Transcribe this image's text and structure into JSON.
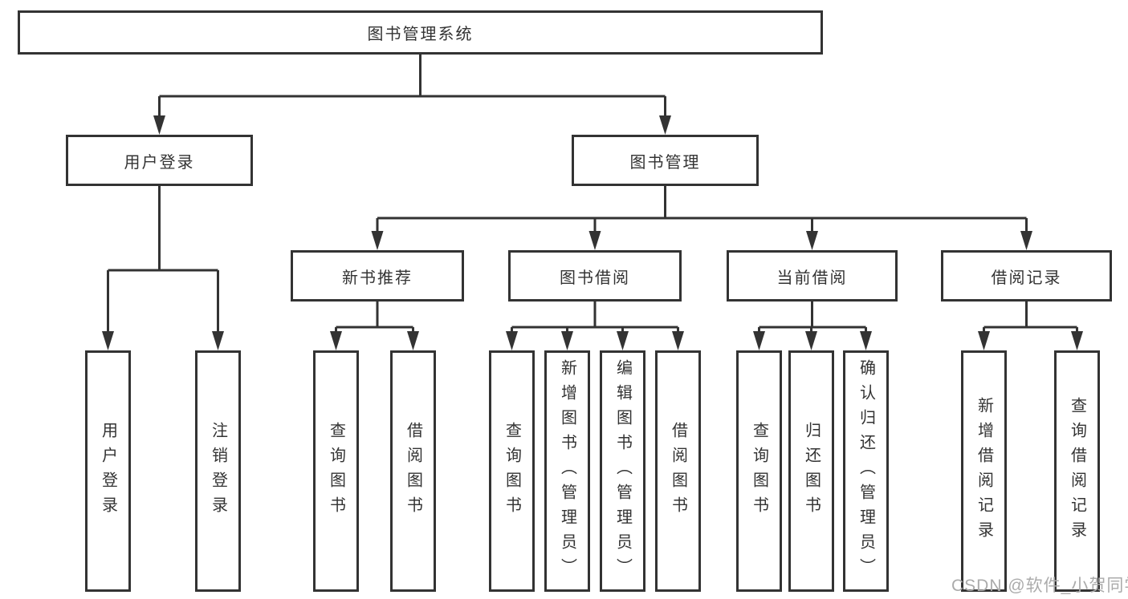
{
  "tree": {
    "root": {
      "label": "图书管理系统"
    },
    "login": {
      "label": "用户登录",
      "leaves": [
        {
          "label": "用户登录"
        },
        {
          "label": "注销登录"
        }
      ]
    },
    "mgmt": {
      "label": "图书管理",
      "groups": [
        {
          "label": "新书推荐",
          "leaves": [
            {
              "label": "查询图书"
            },
            {
              "label": "借阅图书"
            }
          ]
        },
        {
          "label": "图书借阅",
          "leaves": [
            {
              "label": "查询图书"
            },
            {
              "label": "新增图书（管理员）"
            },
            {
              "label": "编辑图书（管理员）"
            },
            {
              "label": "借阅图书"
            }
          ]
        },
        {
          "label": "当前借阅",
          "leaves": [
            {
              "label": "查询图书"
            },
            {
              "label": "归还图书"
            },
            {
              "label": "确认归还（管理员）"
            }
          ]
        },
        {
          "label": "借阅记录",
          "leaves": [
            {
              "label": "新增借阅记录"
            },
            {
              "label": "查询借阅记录"
            }
          ]
        }
      ]
    }
  },
  "watermark": {
    "text": "CSDN @软件_小贺同学"
  },
  "colors": {
    "line": "#333333",
    "box_background": "#ffffff",
    "text": "#333333",
    "watermark": "#ababab"
  }
}
